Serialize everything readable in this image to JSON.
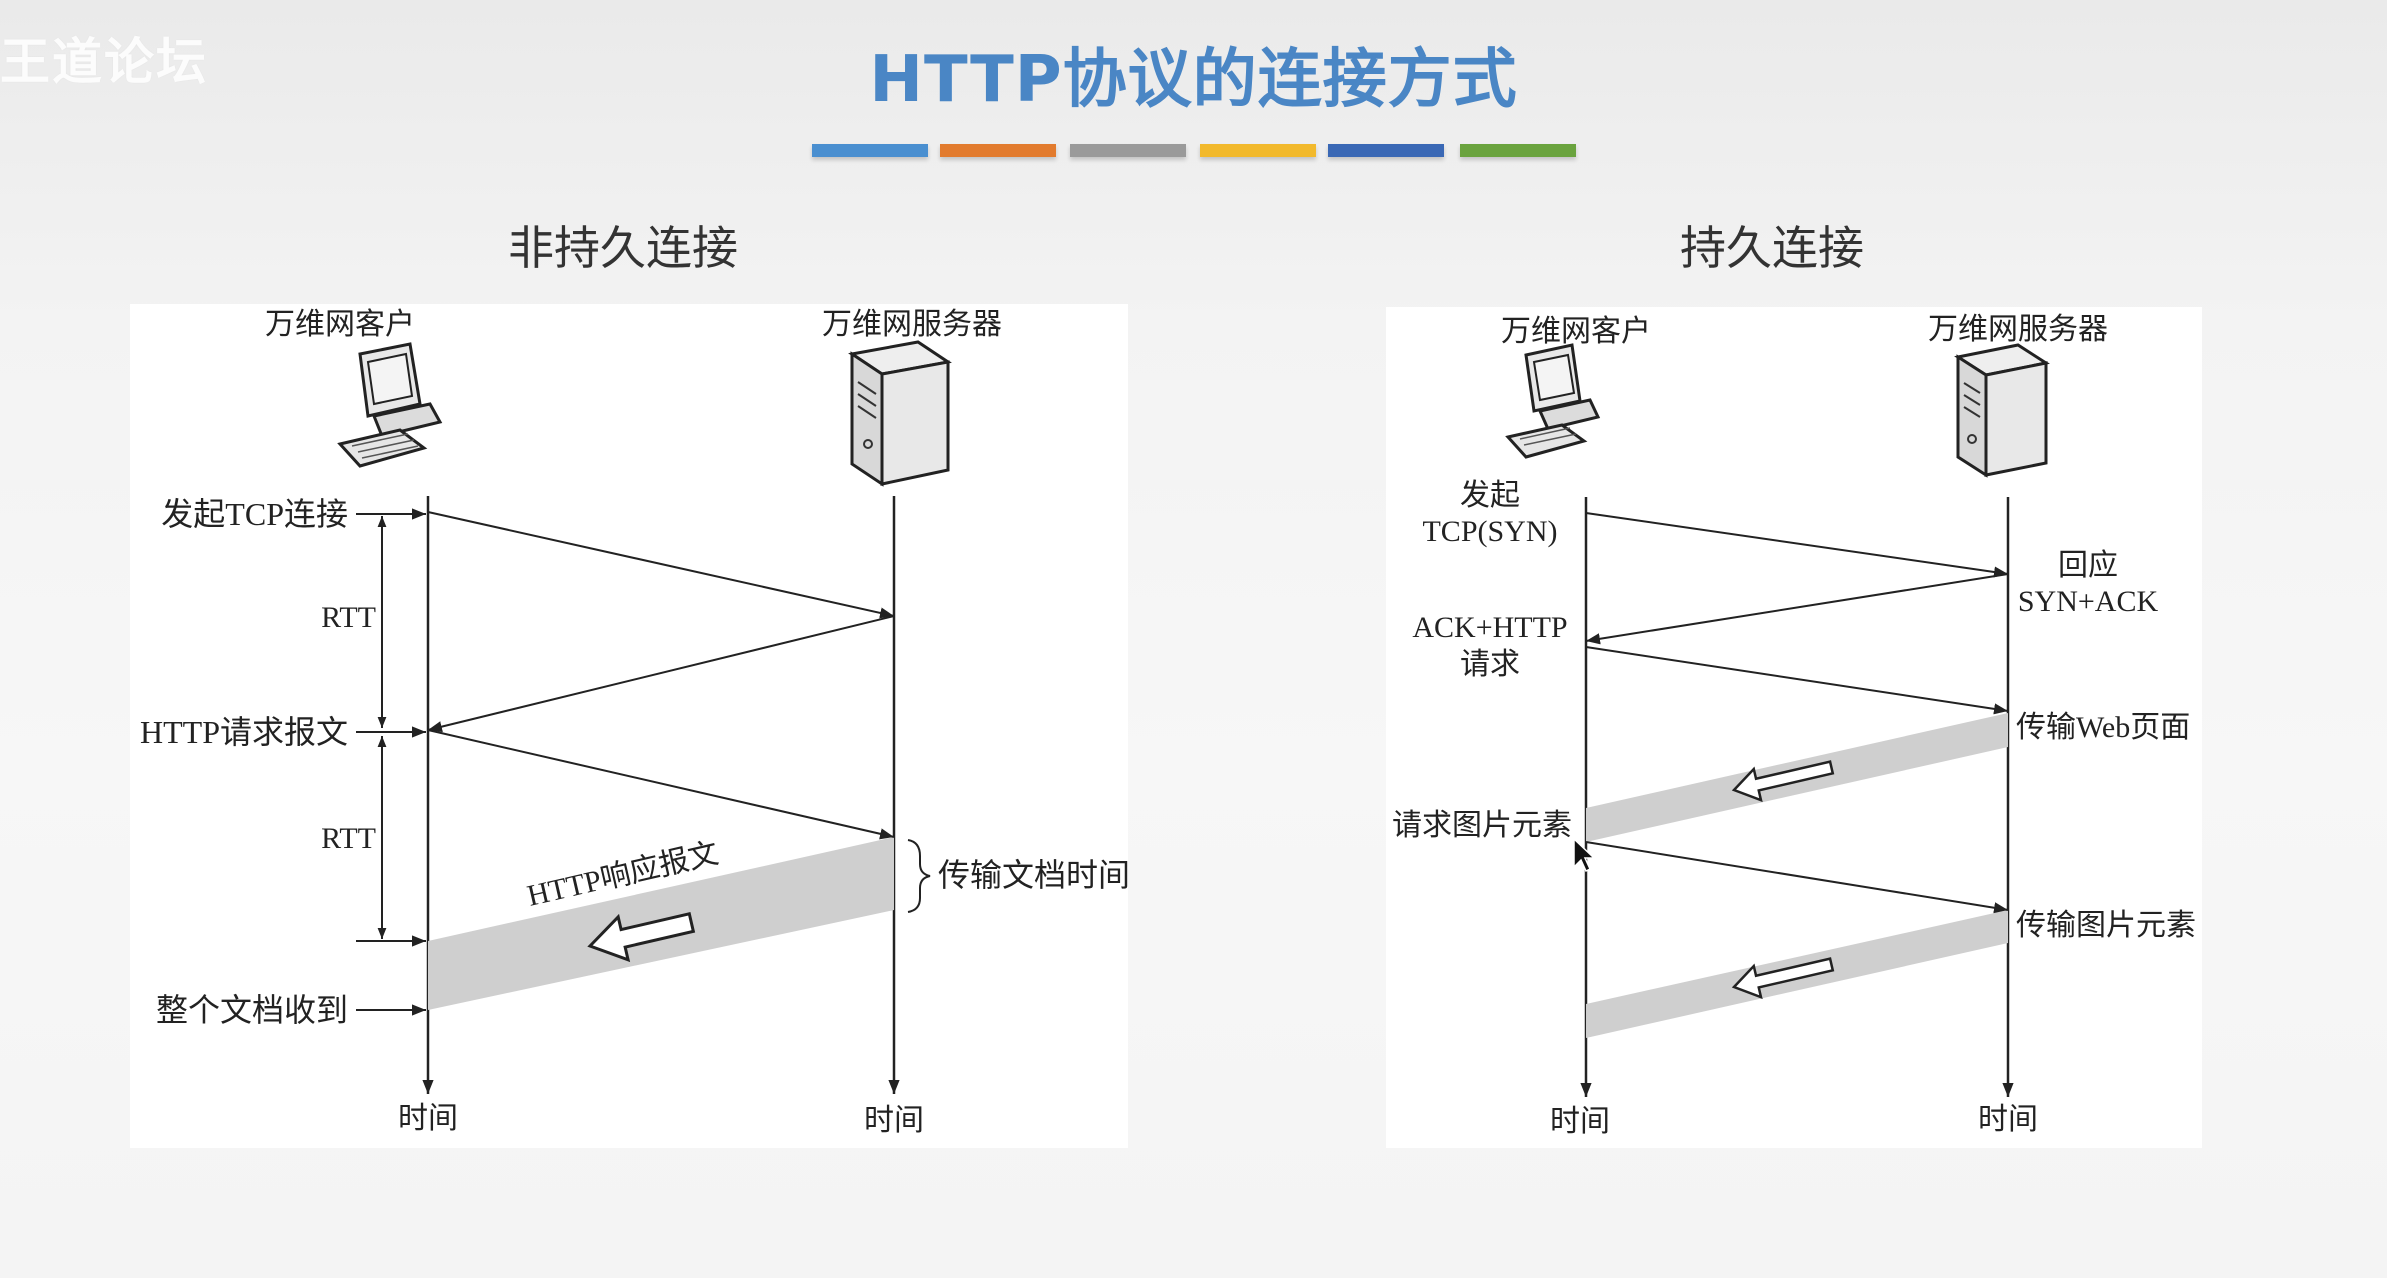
{
  "watermark": "王道论坛",
  "title": "HTTP协议的连接方式",
  "colors": {
    "title": "#4a86c5",
    "bars": [
      "#4a8fd0",
      "#e27b2e",
      "#9a9a9a",
      "#f2b92c",
      "#3a68b5",
      "#6aa33e"
    ]
  },
  "left": {
    "heading": "非持久连接",
    "client": "万维网客户",
    "server": "万维网服务器",
    "labels": {
      "tcp": "发起TCP连接",
      "rtt1": "RTT",
      "http_req": "HTTP请求报文",
      "rtt2": "RTT",
      "http_resp": "HTTP响应报文",
      "transfer_time": "传输文档时间",
      "doc_received": "整个文档收到",
      "time_client": "时间",
      "time_server": "时间"
    }
  },
  "right": {
    "heading": "持久连接",
    "client": "万维网客户",
    "server": "万维网服务器",
    "labels": {
      "syn_1": "发起",
      "syn_2": "TCP(SYN)",
      "synack_1": "回应",
      "synack_2": "SYN+ACK",
      "ack_1": "ACK+HTTP",
      "ack_2": "请求",
      "web_page": "传输Web页面",
      "img_req": "请求图片元素",
      "img_send": "传输图片元素",
      "time_client": "时间",
      "time_server": "时间"
    }
  }
}
